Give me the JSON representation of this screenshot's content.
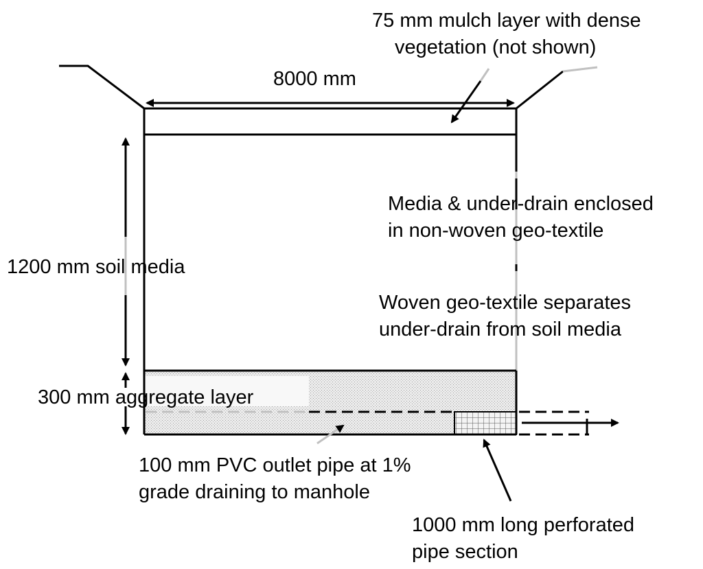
{
  "labels": {
    "mulch": [
      "75 mm mulch layer with dense",
      "vegetation (not shown)"
    ],
    "width": "8000 mm",
    "geotextile_nonwoven": [
      "Media & under-drain enclosed",
      "in non-woven geo-textile"
    ],
    "soil_media": "1200 mm soil media",
    "geotextile_woven": [
      "Woven geo-textile separates",
      "under-drain from soil media"
    ],
    "aggregate": "300 mm aggregate layer",
    "outlet_pipe": [
      "100 mm PVC outlet pipe at 1%",
      "grade draining to manhole"
    ],
    "perforated_pipe": [
      "1000 mm long perforated",
      "pipe section"
    ]
  },
  "colors": {
    "line": "#000000",
    "leader": "#c0c0c0",
    "aggregate_fill": "#d8d8d8",
    "perforated_grid": "#555555"
  }
}
